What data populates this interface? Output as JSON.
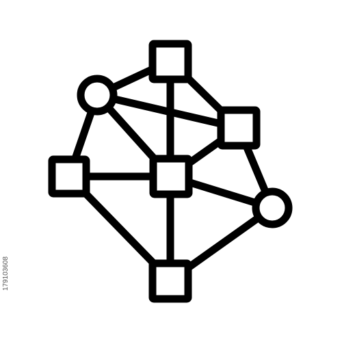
{
  "icon": {
    "name": "network-nodes-icon",
    "stroke_color": "#000000",
    "fill_color": "#ffffff",
    "node_shapes": [
      "square",
      "circle",
      "square",
      "square",
      "square",
      "circle",
      "square"
    ]
  },
  "stock_id": "179103608",
  "colors": {
    "background": "#ffffff",
    "line": "#000000"
  }
}
